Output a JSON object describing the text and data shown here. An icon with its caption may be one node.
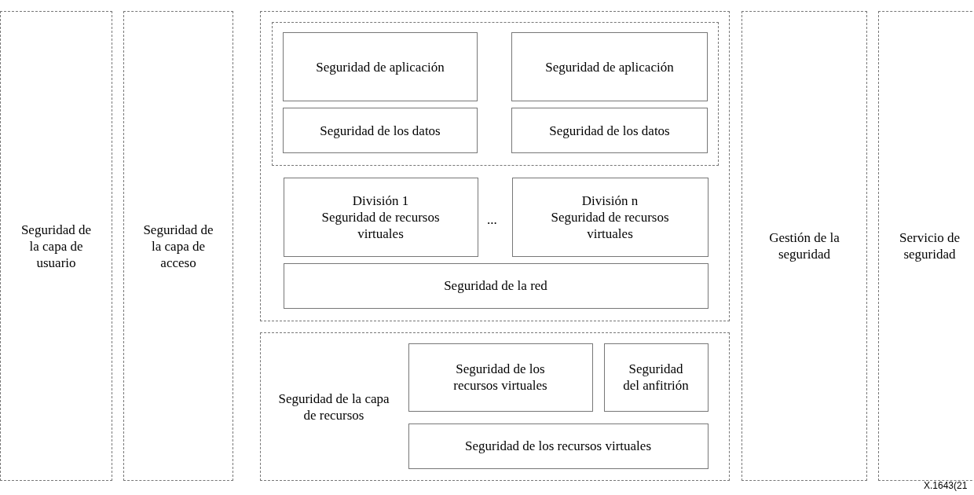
{
  "diagram": {
    "nodes": [
      {
        "text": [
          "Seguridad de la capa de usuario"
        ]
      },
      {
        "text": [
          "Seguridad de la capa de acceso"
        ]
      },
      {
        "text": [],
        "shape": "box"
      },
      {
        "text": [],
        "shape": "box",
        "in": 2
      },
      {
        "text": [
          "Seguridad de aplicación"
        ],
        "in": 3
      },
      {
        "text": [
          "Seguridad de aplicación"
        ],
        "in": 3
      },
      {
        "text": [
          "Seguridad de los datos"
        ],
        "in": 3
      },
      {
        "text": [
          "Seguridad de los datos"
        ],
        "in": 3
      },
      {
        "text": [
          "División 1",
          "Seguridad de recursos virtuales"
        ],
        "in": 2
      },
      {
        "text": [
          "División n",
          "Seguridad de recursos virtuales"
        ],
        "in": 2
      },
      {
        "text": [
          "Seguridad de la red"
        ],
        "in": 2
      },
      {
        "text": [
          "Seguridad de la capa de recursos"
        ]
      },
      {
        "text": [
          "Seguridad de los recursos virtuales"
        ],
        "in": 11
      },
      {
        "text": [
          "Seguridad del anfitrión"
        ],
        "in": 11
      },
      {
        "text": [
          "Seguridad de los recursos virtuales"
        ],
        "in": 11
      },
      {
        "text": [
          "Gestión de la seguridad"
        ]
      },
      {
        "text": [
          "Servicio de seguridad"
        ]
      }
    ],
    "labels": [
      "...",
      "X.1643(21"
    ]
  }
}
